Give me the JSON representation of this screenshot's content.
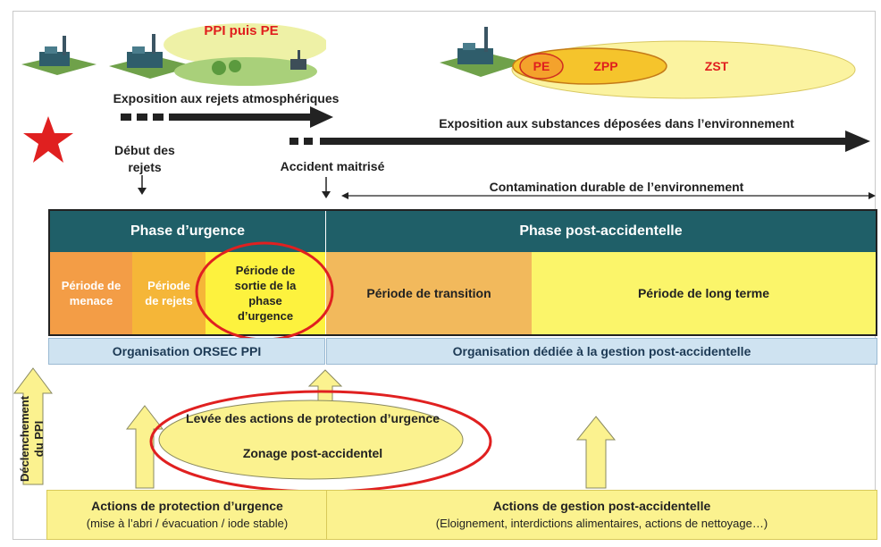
{
  "top": {
    "ppi_label": "PPI puis PE",
    "zone_pe": "PE",
    "zone_zpp": "ZPP",
    "zone_zst": "ZST",
    "exposure_atmo": "Exposition aux rejets atmosphériques",
    "exposure_env": "Exposition aux substances déposées dans l’environnement",
    "debut_rejets": "Début des rejets",
    "accident_maitrise": "Accident maitrisé",
    "contamination": "Contamination durable de l’environnement"
  },
  "phases": {
    "urgence": "Phase d’urgence",
    "post": "Phase post-accidentelle"
  },
  "periods": {
    "menace": "Période de menace",
    "rejets": "Période de rejets",
    "sortie": "Période de sortie de la phase d’urgence",
    "transition": "Période de transition",
    "long_terme": "Période de long terme"
  },
  "organisations": {
    "orsec": "Organisation ORSEC PPI",
    "post": "Organisation dédiée à la gestion post-accidentelle"
  },
  "declenchement": "Déclenchement du PPI",
  "levee": {
    "line1": "Levée des actions de protection d’urgence",
    "line2": "Zonage post-accidentel"
  },
  "actions": {
    "urgence_title": "Actions de protection d’urgence",
    "urgence_detail": "(mise à l’abri / évacuation / iode stable)",
    "post_title": "Actions de gestion post-accidentelle",
    "post_detail": "(Eloignement, interdictions alimentaires, actions de nettoyage…)"
  },
  "colors": {
    "header": "#1f5f68",
    "orange": "#f39d46",
    "yellow": "#fdf23e",
    "blue": "#cfe3f1",
    "red": "#e02020"
  }
}
